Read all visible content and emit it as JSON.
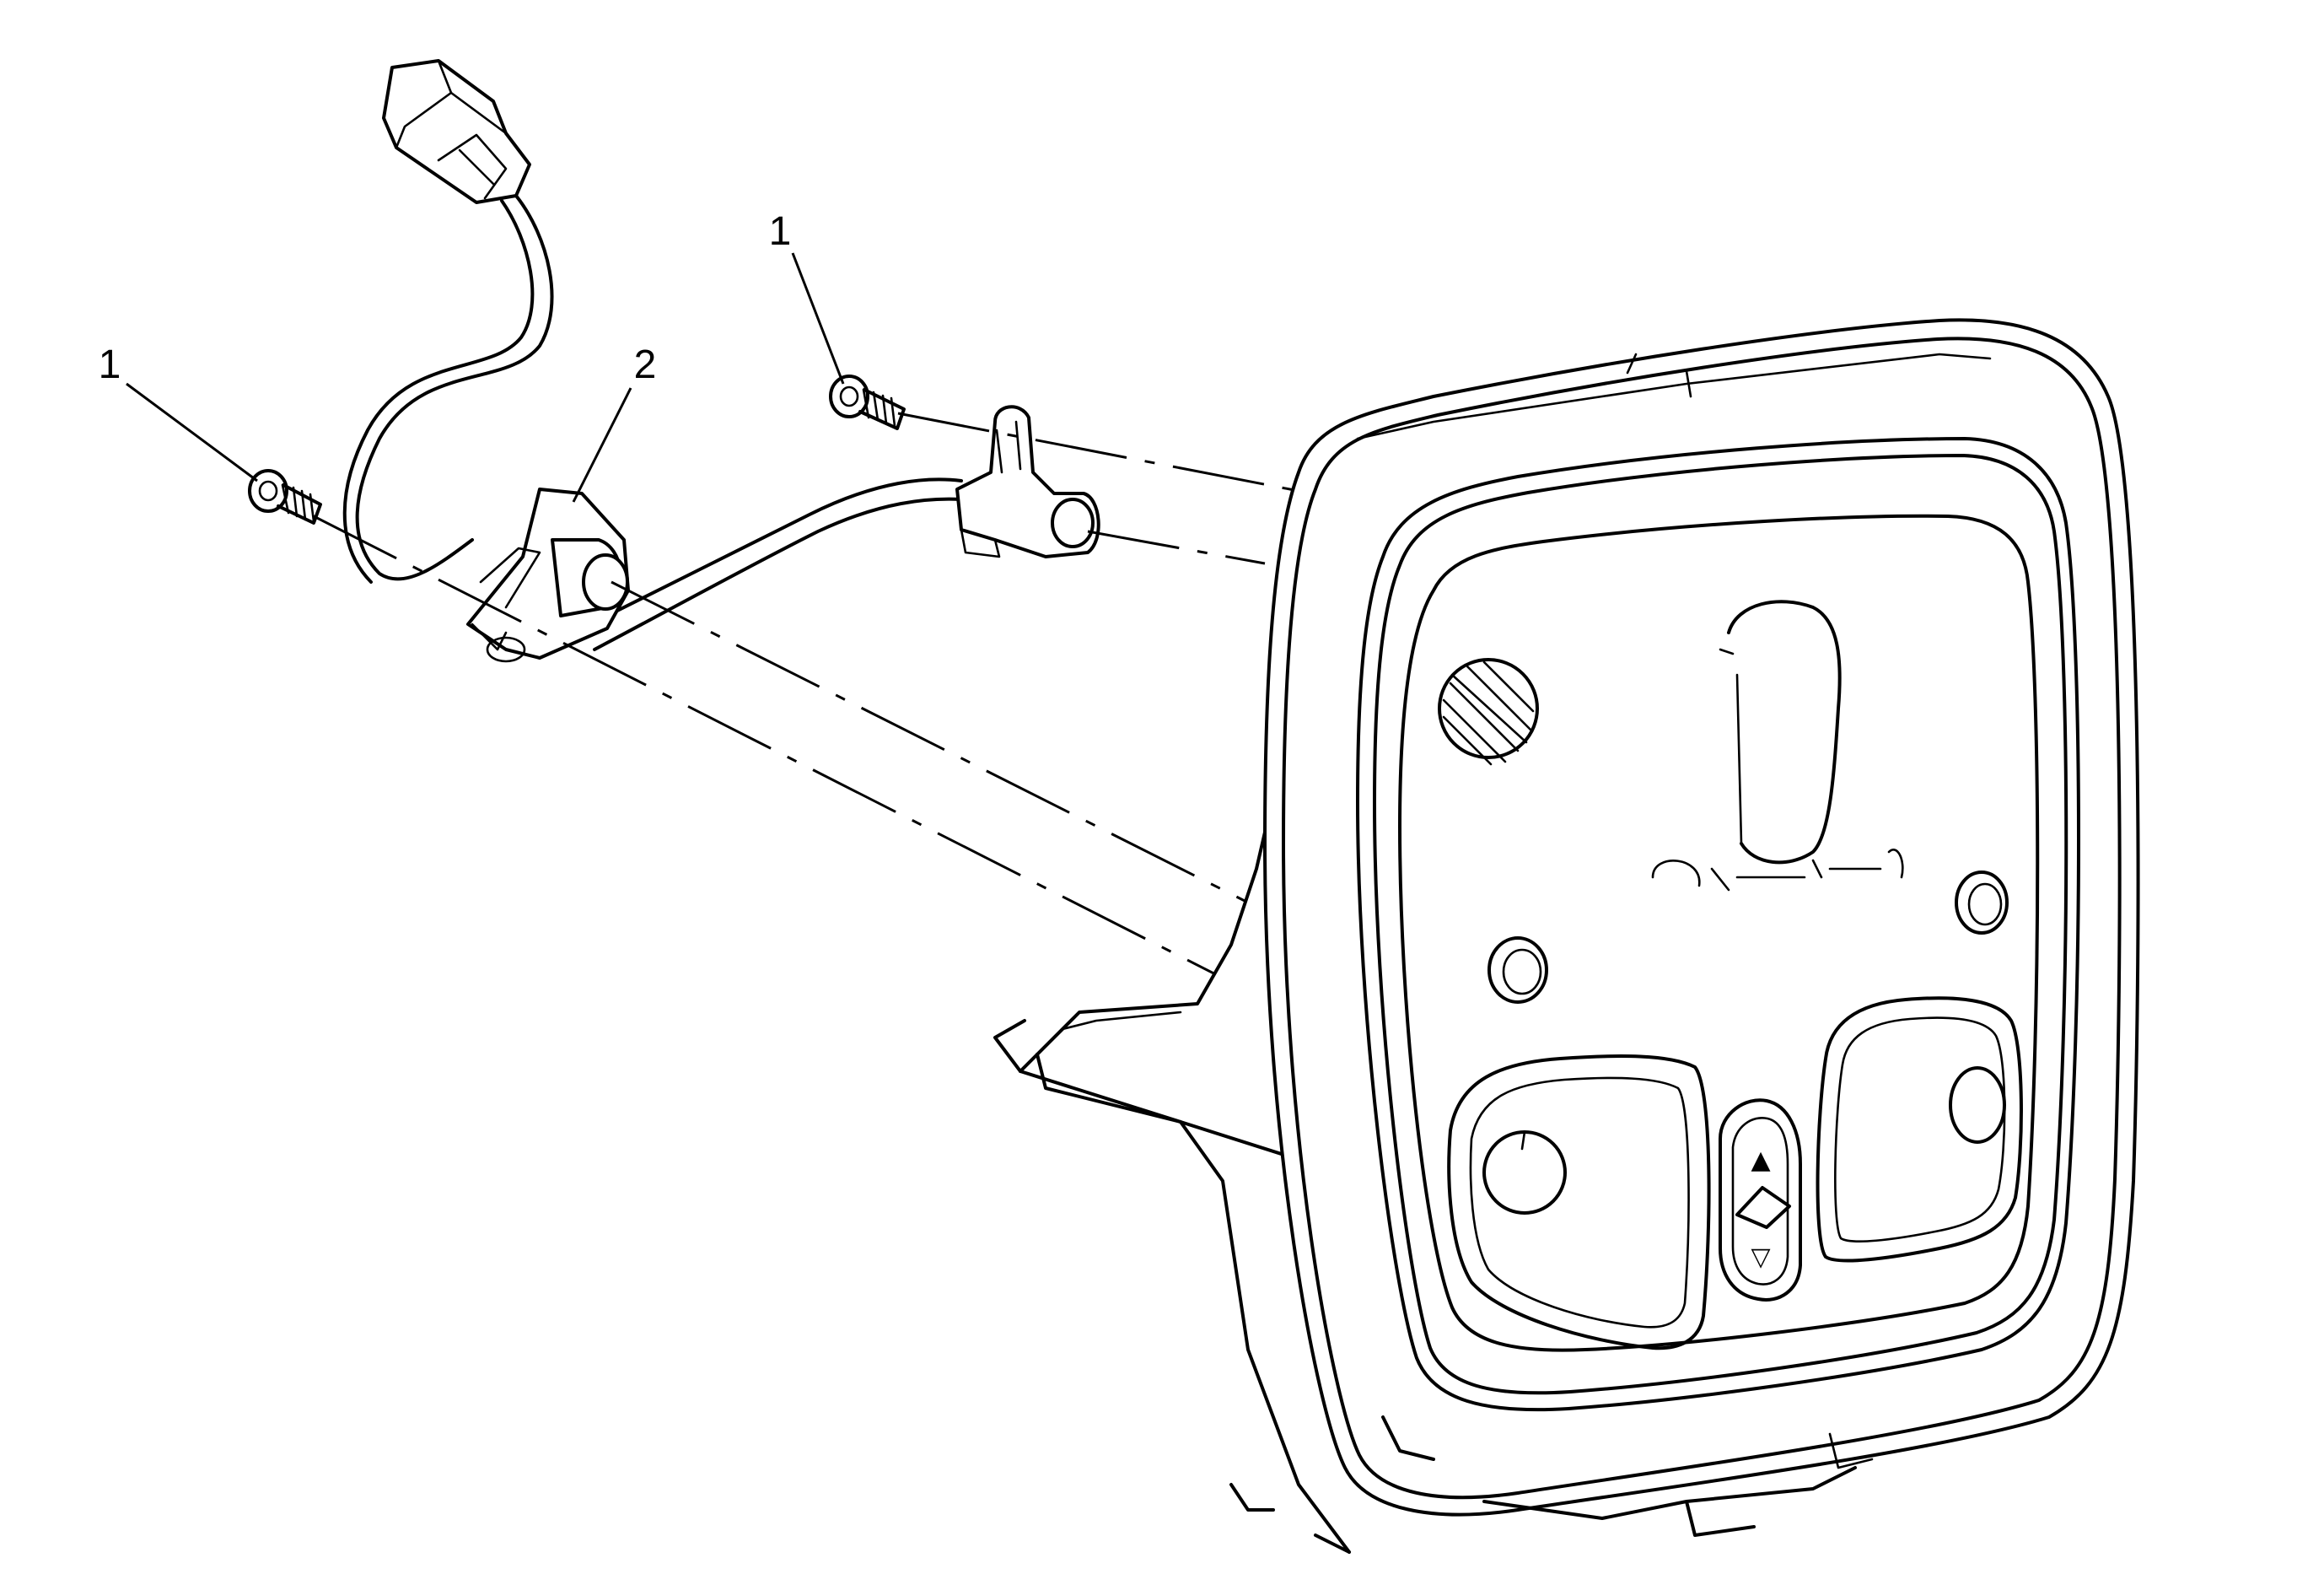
{
  "callouts": [
    {
      "id": "screw-left",
      "label": "1"
    },
    {
      "id": "screw-right",
      "label": "1"
    },
    {
      "id": "clip",
      "label": "2"
    }
  ],
  "button_symbols": {
    "up": "▲",
    "down": "▽"
  }
}
